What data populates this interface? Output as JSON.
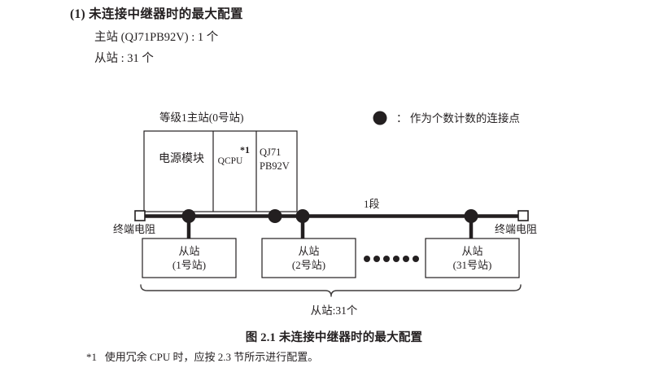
{
  "section": {
    "heading": "(1) 未连接中继器时的最大配置",
    "spec_lines": [
      "主站 (QJ71PB92V) : 1 个",
      "从站 : 31 个"
    ]
  },
  "diagram": {
    "master": {
      "caption": "等级1主站(0号站)",
      "power_module_label": "电源模块",
      "cpu_label": "QCPU",
      "cpu_footnote_marker": "*1",
      "network_module_line1": "QJ71",
      "network_module_line2": "PB92V"
    },
    "legend": {
      "marker_icon": "filled-circle-icon",
      "separator": "：",
      "text": "作为个数计数的连接点",
      "full_text": "： 作为个数计数的连接点"
    },
    "bus": {
      "segment_label": "1段",
      "terminator_left_label": "终端电阻",
      "terminator_right_label": "终端电阻",
      "terminator_icon": "open-square-icon",
      "node_icon": "filled-circle-icon",
      "ellipsis_icon": "six-dots-icon",
      "node_count": 4
    },
    "slaves": [
      {
        "name": "从站",
        "station": "(1号站)"
      },
      {
        "name": "从站",
        "station": "(2号站)"
      },
      {
        "name": "从站",
        "station": "(31号站)"
      }
    ],
    "brace_label": "从站:31个"
  },
  "figure": {
    "caption": "图 2.1  未连接中继器时的最大配置",
    "footnote_marker": "*1",
    "footnote_text": "使用冗余 CPU 时，应按 2.3 节所示进行配置。"
  },
  "colors": {
    "ink": "#231f20",
    "line": "#231f20",
    "background": "#ffffff"
  }
}
